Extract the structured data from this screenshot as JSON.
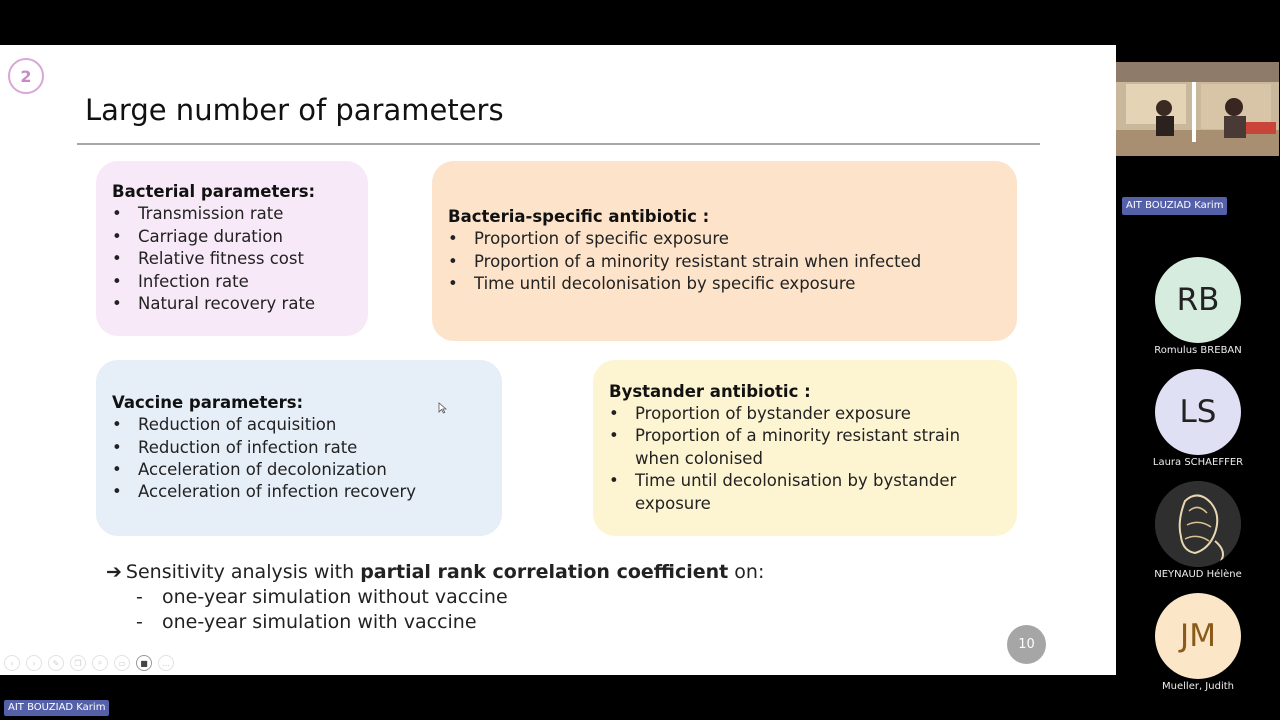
{
  "slide": {
    "section_number": "2",
    "title": "Large number of parameters",
    "page_number": "10",
    "cards": {
      "bacterial": {
        "title": "Bacterial parameters:",
        "items": [
          "Transmission rate",
          "Carriage duration",
          "Relative fitness cost",
          "Infection rate",
          "Natural recovery rate"
        ],
        "color": "#f7e9f7"
      },
      "specific": {
        "title": "Bacteria-specific antibiotic :",
        "items": [
          "Proportion of specific exposure",
          "Proportion of a minority resistant strain when infected",
          "Time until decolonisation by specific exposure"
        ],
        "color": "#fce3c9"
      },
      "vaccine": {
        "title": "Vaccine parameters:",
        "items": [
          "Reduction of acquisition",
          "Reduction of infection rate",
          "Acceleration of decolonization",
          "Acceleration of infection recovery"
        ],
        "color": "#e6eef8"
      },
      "bystander": {
        "title": "Bystander antibiotic :",
        "items": [
          "Proportion of bystander exposure",
          "Proportion of a minority resistant strain when colonised",
          "Time until decolonisation by bystander exposure"
        ],
        "color": "#fdf4d2"
      }
    },
    "sensitivity": {
      "arrow": "➔",
      "prefix": "Sensitivity analysis with ",
      "bold": "partial rank correlation coefficient",
      "suffix": " on:",
      "items": [
        "one-year simulation without vaccine",
        "one-year simulation with vaccine"
      ]
    }
  },
  "toolbar_icons": [
    "prev-icon",
    "next-icon",
    "pen-icon",
    "copy-icon",
    "zoom-icon",
    "screen-icon",
    "camera-icon",
    "more-icon"
  ],
  "meeting": {
    "active_speaker": "AIT BOUZIAD Karim",
    "bottom_label": "AIT BOUZIAD Karim",
    "participants": [
      {
        "initials": "RB",
        "name": "Romulus  BREBAN",
        "color": "#d6ecde"
      },
      {
        "initials": "LS",
        "name": "Laura  SCHAEFFER",
        "color": "#e0e0f4"
      },
      {
        "initials": "",
        "name": "NEYNAUD Hélène",
        "color": "#3a3a3a"
      },
      {
        "initials": "JM",
        "name": "Mueller, Judith",
        "color": "#fbe6c8"
      }
    ]
  }
}
